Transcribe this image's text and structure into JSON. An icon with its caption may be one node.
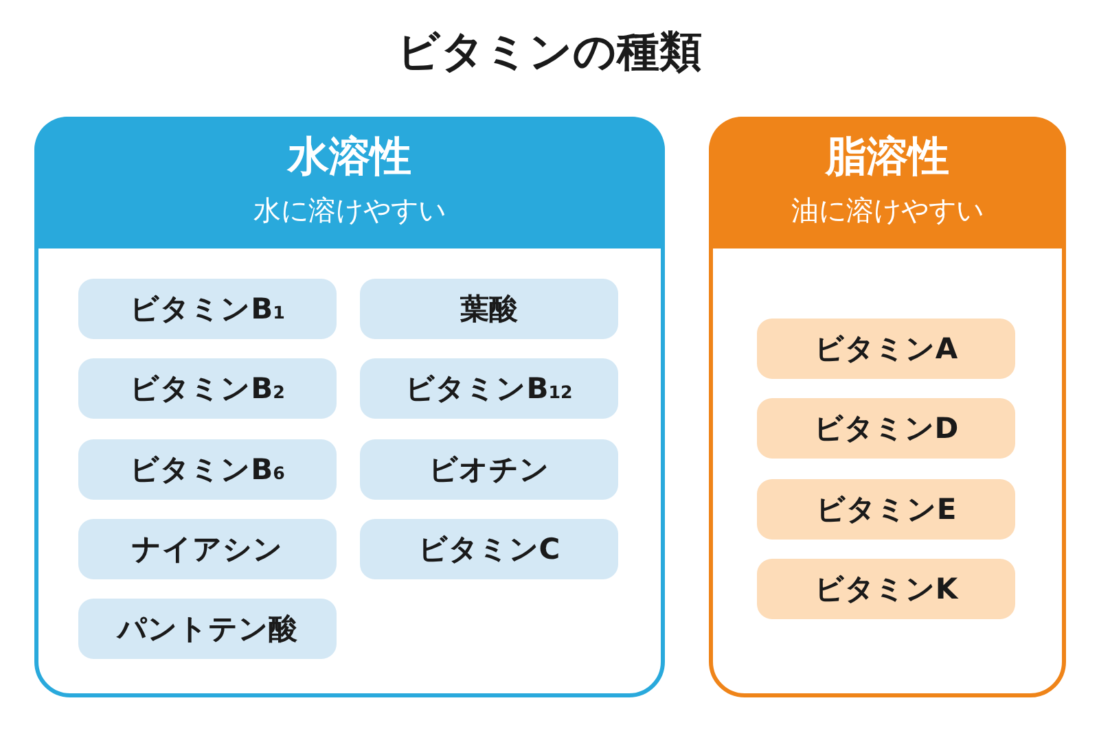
{
  "diagram": {
    "title": "ビタミンの種類",
    "nodes": [
      {
        "text": [
          "水溶性",
          "水に溶けやすい"
        ]
      },
      {
        "text": [
          "ビタミンB$_{1}$"
        ],
        "in": 0
      },
      {
        "text": [
          "葉酸"
        ],
        "in": 0
      },
      {
        "text": [
          "ビタミンB$_{2}$"
        ],
        "in": 0
      },
      {
        "text": [
          "ビタミンB$_{12}$"
        ],
        "in": 0
      },
      {
        "text": [
          "ビタミンB$_{6}$"
        ],
        "in": 0
      },
      {
        "text": [
          "ビオチン"
        ],
        "in": 0
      },
      {
        "text": [
          "ナイアシン"
        ],
        "in": 0
      },
      {
        "text": [
          "ビタミンC"
        ],
        "in": 0
      },
      {
        "text": [
          "パントテン酸"
        ],
        "in": 0
      },
      {
        "text": [
          "脂溶性",
          "油に溶けやすい"
        ]
      },
      {
        "text": [
          "ビタミンA"
        ],
        "in": 10
      },
      {
        "text": [
          "ビタミンD"
        ],
        "in": 10
      },
      {
        "text": [
          "ビタミンE"
        ],
        "in": 10
      },
      {
        "text": [
          "ビタミンK"
        ],
        "in": 10
      }
    ],
    "edges": []
  }
}
